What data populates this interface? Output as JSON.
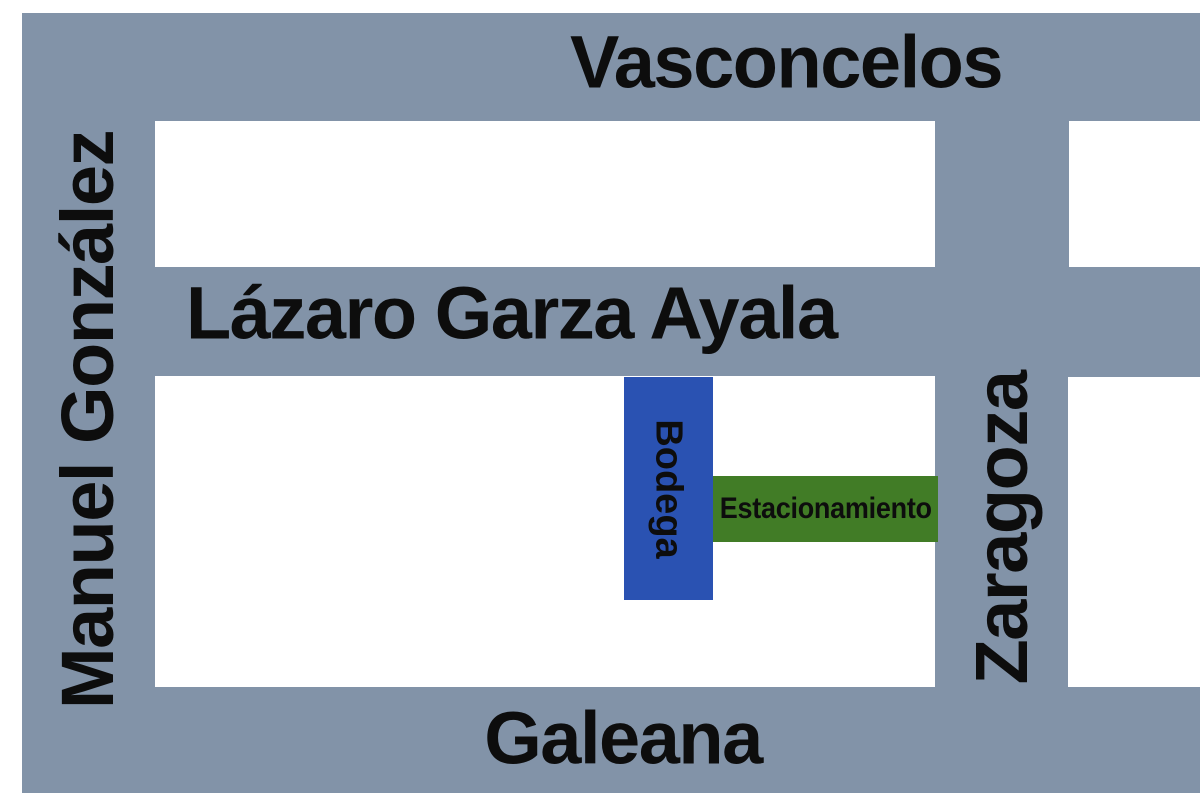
{
  "map": {
    "streets": {
      "top": {
        "name": "Vasconcelos"
      },
      "middle": {
        "name": "Lázaro Garza Ayala"
      },
      "bottom": {
        "name": "Galeana"
      },
      "left": {
        "name": "Manuel González"
      },
      "right": {
        "name": "Zaragoza"
      }
    },
    "places": {
      "bodega": {
        "label": "Bodega",
        "color": "#2a52b2"
      },
      "estacionamiento": {
        "label": "Estacionamiento",
        "color": "#417c26"
      }
    },
    "colors": {
      "street": "#8293a8",
      "block": "#ffffff",
      "text": "#0d0d0d"
    }
  }
}
